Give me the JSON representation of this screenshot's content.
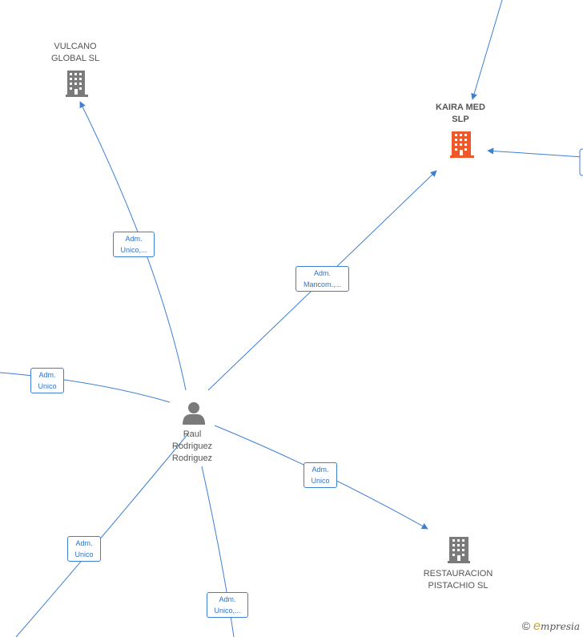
{
  "colors": {
    "edge": "#3d7fd4",
    "building": "#7a7a7a",
    "building_focus": "#f0582a",
    "person": "#7a7a7a"
  },
  "nodes": {
    "vulcano": {
      "name": "VULCANO\nGLOBAL  SL",
      "icon": "building-icon"
    },
    "kaira": {
      "name": "KAIRA MED\nSLP",
      "icon": "building-icon"
    },
    "raul": {
      "name": "Raul\nRodriguez\nRodriguez",
      "icon": "person-icon"
    },
    "restauracion": {
      "name": "RESTAURACION\nPISTACHIO  SL",
      "icon": "building-icon"
    }
  },
  "edge_labels": {
    "vulcano": "Adm.\nUnico,...",
    "kaira": "Adm.\nMancom.,...",
    "left": "Adm.\nUnico",
    "restauracion": "Adm.\nUnico",
    "bottom_left": "Adm.\nUnico",
    "bottom": "Adm.\nUnico,..."
  },
  "footer": {
    "copyright": "©",
    "brand_initial": "e",
    "brand_rest": "mpresia"
  }
}
